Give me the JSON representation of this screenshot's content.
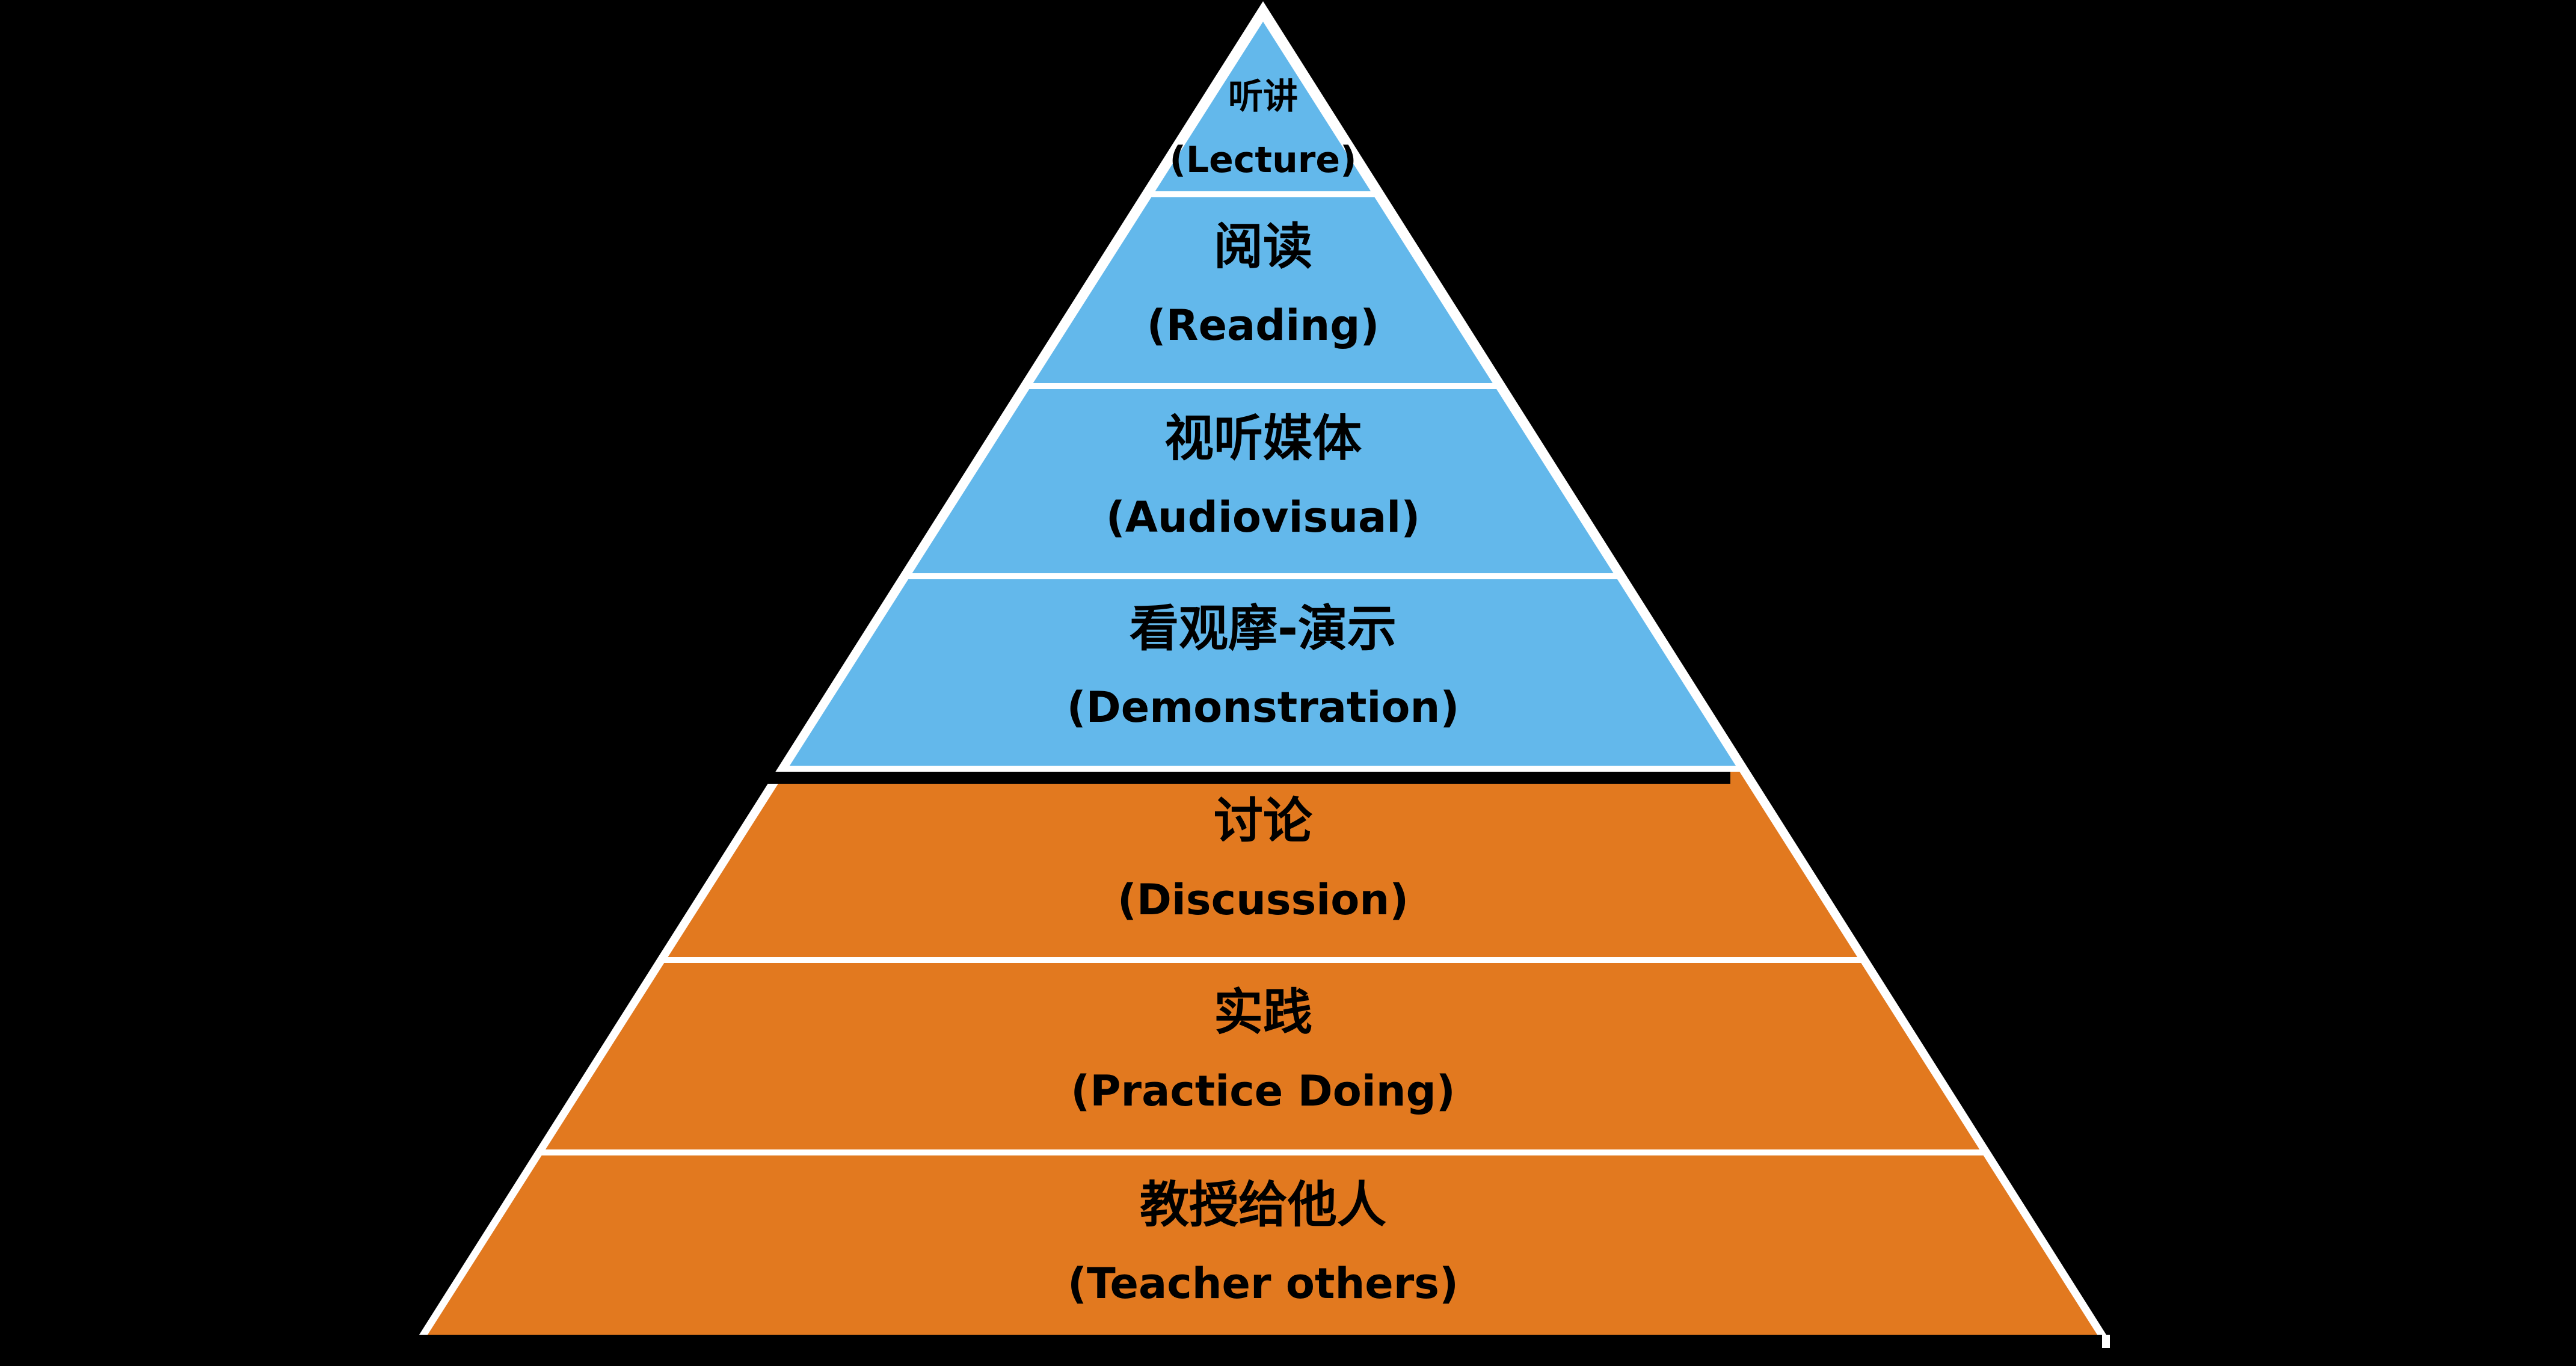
{
  "theme": {
    "bg": "#000000",
    "border": "#ffffff",
    "blue": "#63B8EB",
    "orange": "#E2791F",
    "thickbar": "#000000",
    "text": "#000000"
  },
  "pyramid": {
    "levels": [
      {
        "zh": "听讲",
        "en": "(Lecture)"
      },
      {
        "zh": "阅读",
        "en": "(Reading)"
      },
      {
        "zh": "视听媒体",
        "en": "(Audiovisual)"
      },
      {
        "zh": "看观摩-演示",
        "en": "(Demonstration)"
      },
      {
        "zh": "讨论",
        "en": "(Discussion)"
      },
      {
        "zh": "实践",
        "en": "(Practice Doing)"
      },
      {
        "zh": "教授给他人",
        "en": "(Teacher others)"
      }
    ]
  }
}
